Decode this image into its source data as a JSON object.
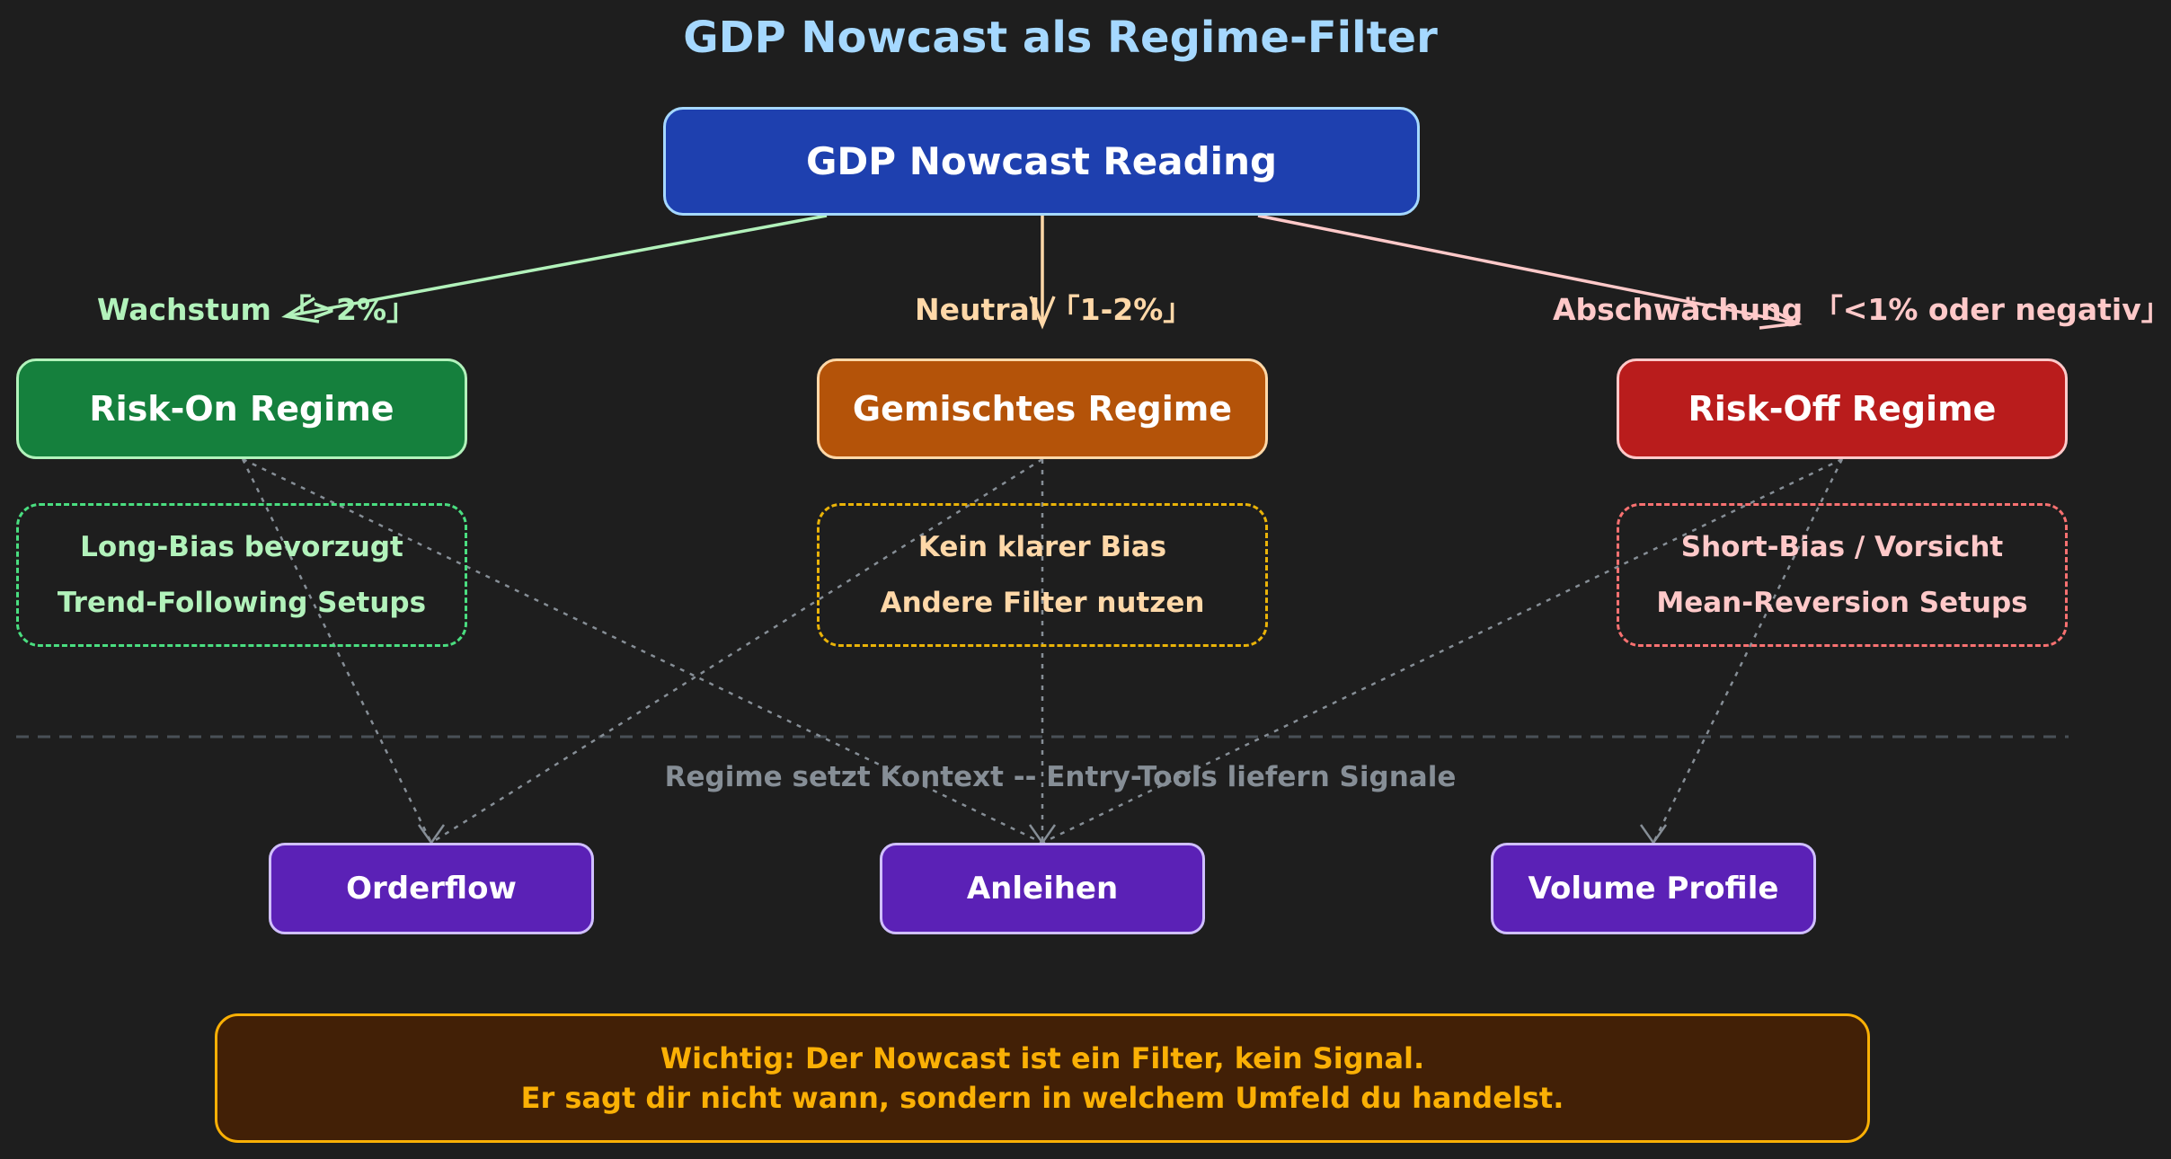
{
  "title": "GDP Nowcast als Regime-Filter",
  "root": {
    "label": "GDP Nowcast Reading"
  },
  "branches": [
    {
      "condition": "Wachstum 「>2%」",
      "regime": "Risk-On Regime",
      "notes": [
        "Long-Bias bevorzugt",
        "Trend-Following Setups"
      ]
    },
    {
      "condition": "Neutral 「1-2%」",
      "regime": "Gemischtes Regime",
      "notes": [
        "Kein klarer Bias",
        "Andere Filter nutzen"
      ]
    },
    {
      "condition": "Abschwächung 「<1% oder negativ」",
      "regime": "Risk-Off Regime",
      "notes": [
        "Short-Bias / Vorsicht",
        "Mean-Reversion Setups"
      ]
    }
  ],
  "context_text": "Regime setzt Kontext -- Entry-Tools liefern Signale",
  "tools": [
    "Orderflow",
    "Anleihen",
    "Volume Profile"
  ],
  "note": {
    "line1": "Wichtig: Der Nowcast ist ein Filter, kein Signal.",
    "line2": "Er sagt dir nicht wann, sondern in welchem Umfeld du handelst."
  },
  "colors": {
    "background": "#1e1e1e",
    "root": "#1e40af",
    "risk_on": "#15803d",
    "mixed": "#b45309",
    "risk_off": "#b91c1c",
    "tools": "#5b21b6",
    "note_bg": "#422006",
    "note_text": "#fab005"
  }
}
